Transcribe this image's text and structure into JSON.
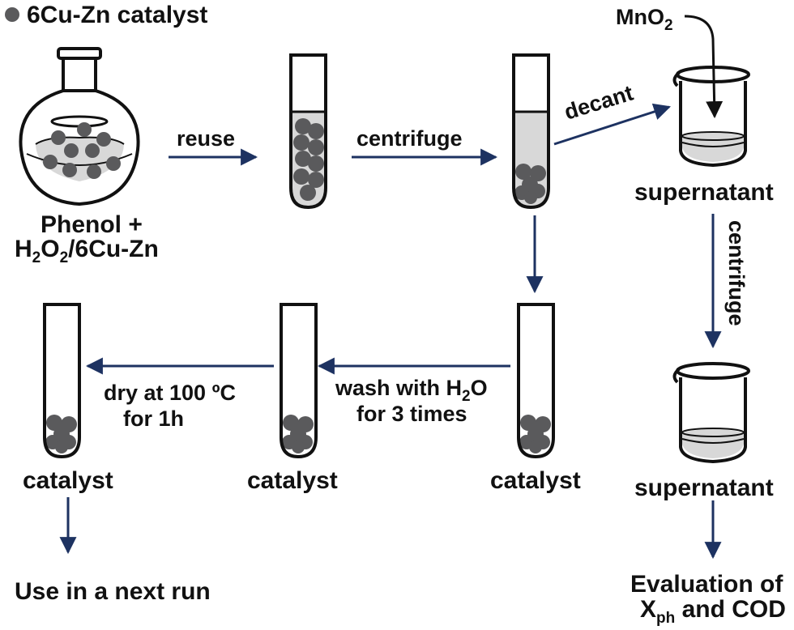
{
  "legend": {
    "label": "6Cu-Zn catalyst"
  },
  "flask": {
    "label_line1": "Phenol +",
    "label_line2": {
      "a": "H",
      "s1": "2",
      "b": "O",
      "s2": "2",
      "c": "/6Cu-Zn"
    }
  },
  "steps": {
    "reuse": "reuse",
    "centrifuge_1": "centrifuge",
    "decant": "decant",
    "reagent": {
      "base": "MnO",
      "sub": "2"
    },
    "supernatant_1": "supernatant",
    "centrifuge_2": "centrifuge",
    "supernatant_2": "supernatant",
    "evaluation_line1": "Evaluation of",
    "evaluation_line2": {
      "x": "X",
      "sub": "ph",
      "rest": " and COD"
    },
    "wash_line1": {
      "base": "wash with H",
      "sub": "2",
      "rest": "O"
    },
    "wash_line2": "for 3 times",
    "dry_line1": "dry at 100 ºC",
    "dry_line2": "for 1h",
    "catalyst_3": "catalyst",
    "catalyst_2": "catalyst",
    "catalyst_1": "catalyst",
    "next_run": "Use in a next run"
  },
  "colors": {
    "arrow": "#1d3261",
    "particle": "#5a5a5c",
    "liquid": "#d8d8d8",
    "outline": "#111111"
  }
}
